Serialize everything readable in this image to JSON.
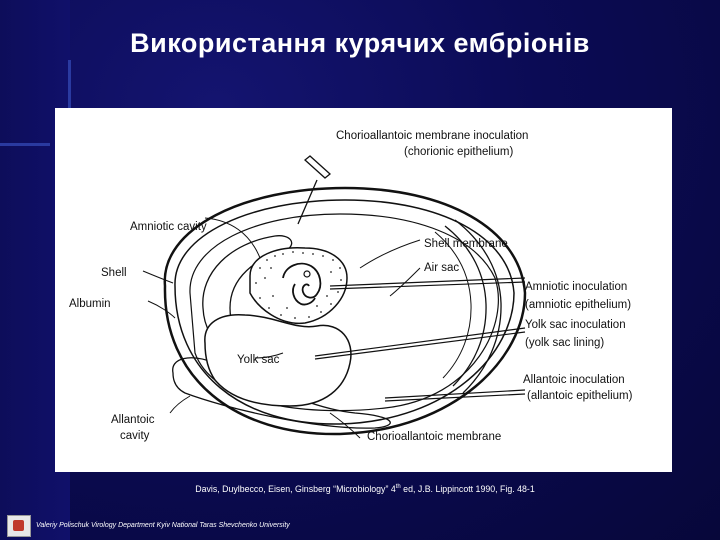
{
  "title": "Використання курячих ембріонів",
  "figure": {
    "labels": {
      "chorioallantoic_inoculation": "Chorioallantoic membrane inoculation",
      "chorionic_epithelium": "(chorionic epithelium)",
      "amniotic_cavity": "Amniotic cavity",
      "shell_membrane": "Shell membrane",
      "shell": "Shell",
      "air_sac": "Air sac",
      "albumin": "Albumin",
      "amniotic_inoculation": "Amniotic inoculation",
      "amniotic_epithelium": "(amniotic epithelium)",
      "yolk_sac_inoculation": "Yolk sac inoculation",
      "yolk_sac_lining": "(yolk sac lining)",
      "yolk_sac": "Yolk sac",
      "allantoic_inoculation": "Allantoic inoculation",
      "allantoic_epithelium": "(allantoic epithelium)",
      "allantoic_cavity_1": "Allantoic",
      "allantoic_cavity_2": "cavity",
      "chorioallantoic_membrane": "Chorioallantoic membrane"
    }
  },
  "caption": {
    "before_sup": "Davis, Duylbecco, Eisen, Ginsberg “Microbiology” 4",
    "sup": "th",
    "after_sup": " ed, J.B. Lippincott 1990, Fig. 48-1"
  },
  "footer": "Valeriy Polischuk  Virology Department Kyiv National Taras Shevchenko University"
}
